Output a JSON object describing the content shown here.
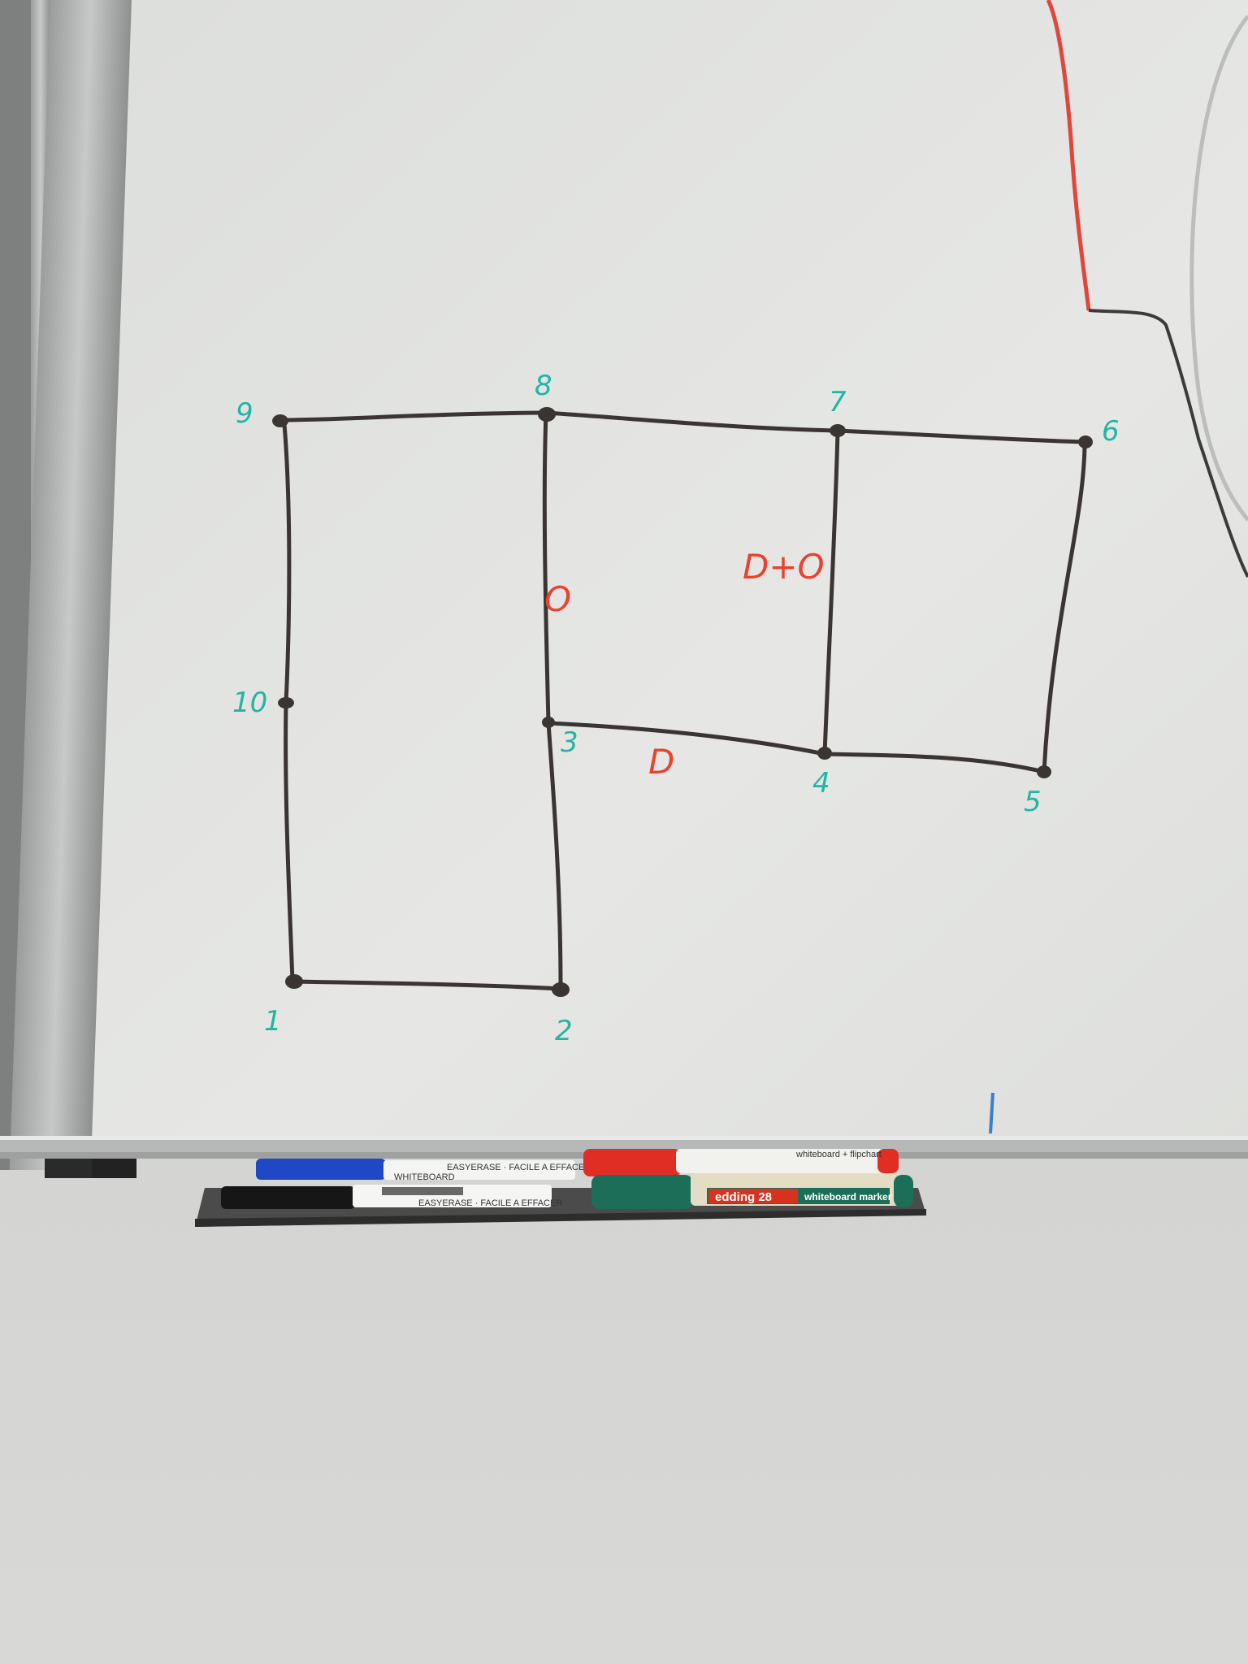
{
  "whiteboard": {
    "nodes": [
      {
        "id": "n1",
        "label": "1"
      },
      {
        "id": "n2",
        "label": "2"
      },
      {
        "id": "n3",
        "label": "3"
      },
      {
        "id": "n4",
        "label": "4"
      },
      {
        "id": "n5",
        "label": "5"
      },
      {
        "id": "n6",
        "label": "6"
      },
      {
        "id": "n7",
        "label": "7"
      },
      {
        "id": "n8",
        "label": "8"
      },
      {
        "id": "n9",
        "label": "9"
      },
      {
        "id": "n10",
        "label": "10"
      }
    ],
    "edge_labels": {
      "vertical_8_3": "O",
      "vertical_7_4": "D+O",
      "horizontal_3_4": "D"
    }
  },
  "markers": {
    "blue_marker_text": "EASYERASE · FACILE A EFFACER",
    "blue_marker_label": "WHITEBOARD",
    "black_marker_text": "EASYERASE · FACILE A EFFACER",
    "red_marker_text": "whiteboard + flipchart",
    "green_marker_brand": "edding 28",
    "green_marker_type": "whiteboard marker"
  },
  "colors": {
    "node_label": "#22b5a4",
    "edge_label": "#e8432e",
    "line": "#3a3533"
  }
}
